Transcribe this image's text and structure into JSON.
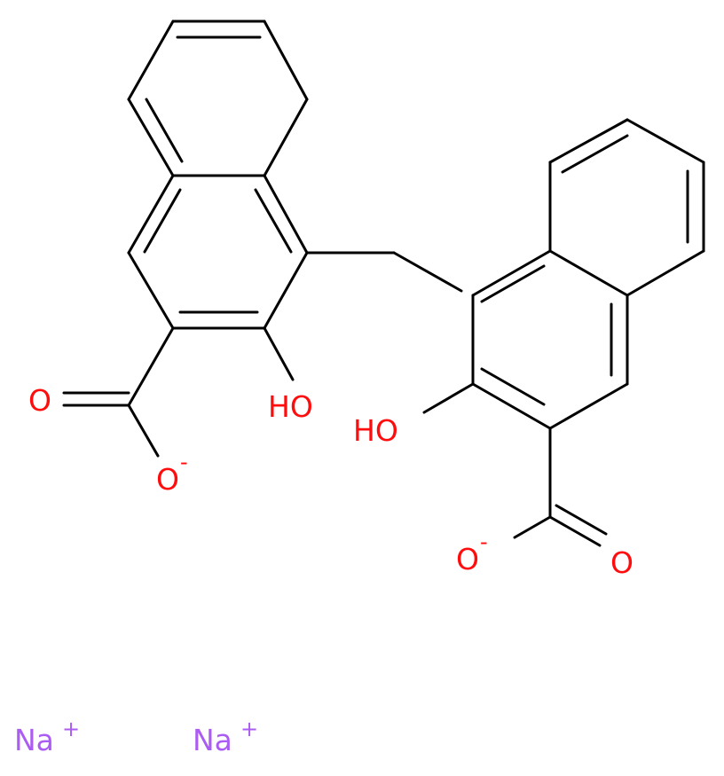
{
  "colors": {
    "bond": "#000000",
    "oxygen": "#ff0d0d",
    "sodium": "#ab5cf2",
    "background": "#ffffff"
  },
  "labels": {
    "hydroxyl_left": "HO",
    "hydroxyl_right": "HO",
    "carbonyl_oxygen_left": "O",
    "carboxylate_oxygen_left": "O",
    "carboxylate_charge_left": "-",
    "carboxylate_oxygen_right": "O",
    "carboxylate_charge_right": "-",
    "carbonyl_oxygen_right": "O",
    "sodium_ion_1": "Na",
    "sodium_charge_1": "+",
    "sodium_ion_2": "Na",
    "sodium_charge_2": "+"
  }
}
